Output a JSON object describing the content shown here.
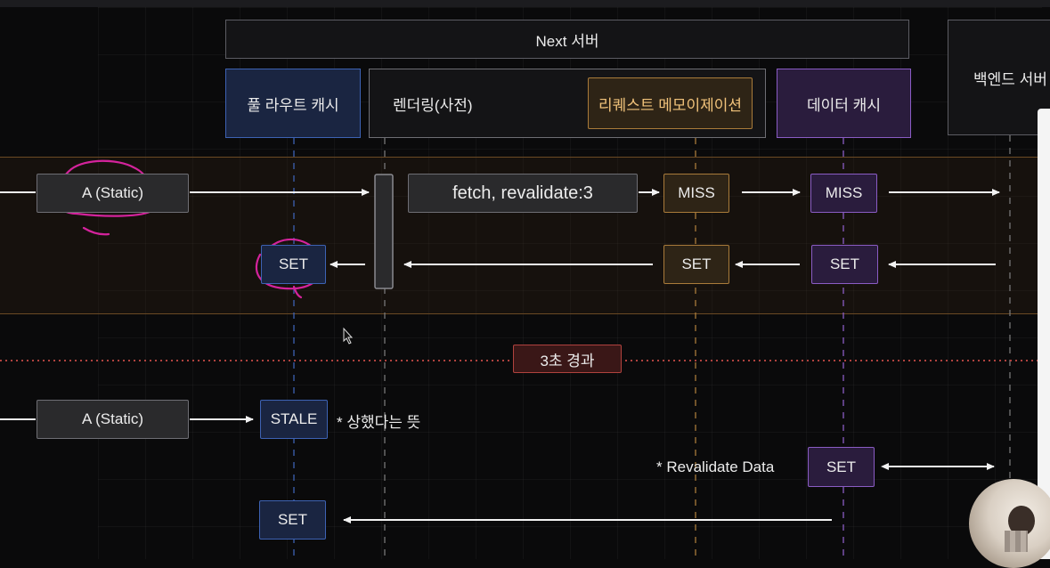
{
  "headers": {
    "next_server": "Next 서버",
    "full_route_cache": "풀 라우트 캐시",
    "rendering": "렌더링(사전)",
    "request_memo": "리퀘스트 메모이제이션",
    "data_cache": "데이터 캐시",
    "backend_server": "백엔드 서버"
  },
  "row1": {
    "request": "A (Static)",
    "fetch": "fetch, revalidate:3",
    "memo_status": "MISS",
    "data_status": "MISS"
  },
  "row2": {
    "route_status": "SET",
    "memo_status": "SET",
    "data_status": "SET"
  },
  "divider": {
    "label": "3초 경과"
  },
  "row3": {
    "request": "A (Static)",
    "route_status": "STALE",
    "note": "* 상했다는 뜻"
  },
  "row4": {
    "note": "* Revalidate Data",
    "data_status": "SET"
  },
  "row5": {
    "route_status": "SET"
  },
  "colors": {
    "blue": "#3d62b3",
    "orange": "#a97b3a",
    "purple": "#8a5cc4",
    "red": "#b0423e",
    "annotation": "#d4239c"
  }
}
